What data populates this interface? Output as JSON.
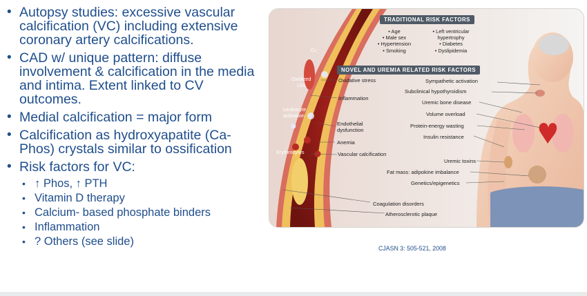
{
  "bullets": {
    "b1": "Autopsy studies: excessive vascular calcification (VC) including extensive coronary artery calcifications.",
    "b2": "CAD w/ unique pattern: diffuse involvement & calcification in the media and intima. Extent linked to CV outcomes.",
    "b3": "Medial calcification = major form",
    "b4": "Calcification as hydroxyapatite (Ca-Phos) crystals  similar to ossification",
    "b5": "Risk factors for VC:",
    "sub": [
      "↑ Phos, ↑ PTH",
      "Vitamin D therapy",
      "Calcium- based phosphate  binders",
      "Inflammation",
      "? Others (see slide)"
    ]
  },
  "figure": {
    "traditional_header": "TRADITIONAL RISK FACTORS",
    "trad_left": [
      "• Age",
      "• Male sex",
      "• Hypertension",
      "• Smoking"
    ],
    "trad_right": [
      "• Left ventricular",
      "hypertrophy",
      "• Diabetes",
      "• Dyslipidemia"
    ],
    "novel_header": "NOVEL AND UREMIA RELATED RISK FACTORS",
    "left_labels": [
      "Oxidative stress",
      "Inflammation",
      "Endothelial",
      "dysfunction",
      "Anemia",
      "Vascular calcification"
    ],
    "right_labels": [
      "Sympathetic activation",
      "Subclinical hypothyroidism",
      "Uremic bone disease",
      "Volume overload",
      "Protein-energy wasting",
      "Insulin resistance",
      "Uremic toxins",
      "Fat mass: adipokine imbalance",
      "Genetics/epigenetics",
      "Coagulation disorders",
      "Atherosclerotic plaque"
    ],
    "vessel_labels": {
      "o2": "O₂⁻",
      "ldl1": "Oxidized",
      "ldl2": "LDL",
      "leuk1": "Leukocyte",
      "leuk2": "activation",
      "ery": "Erythrocytes"
    }
  },
  "citation": "CJASN 3: 505-521, 2008",
  "colors": {
    "text_blue": "#1f4e8c",
    "header_gray": "#4f5a66",
    "vessel_red": "#c1362b",
    "plaque_yellow": "#f0c84a"
  }
}
